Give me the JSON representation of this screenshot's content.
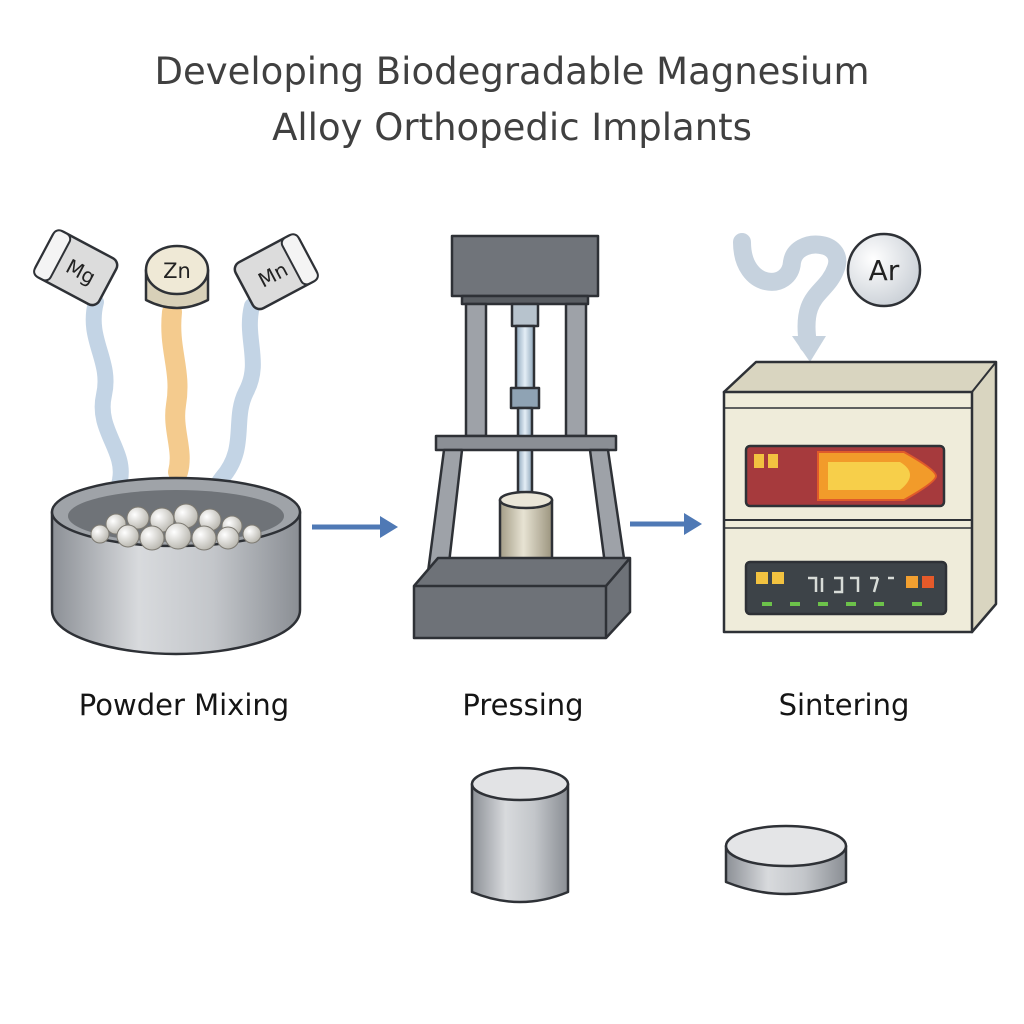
{
  "title": {
    "line1": "Developing Biodegradable Magnesium",
    "line2": "Alloy Orthopedic Implants"
  },
  "steps": [
    {
      "label": "Powder Mixing"
    },
    {
      "label": "Pressing"
    },
    {
      "label": "Sintering"
    }
  ],
  "containers": [
    {
      "label": "Mg",
      "color": "#d9d9d9"
    },
    {
      "label": "Zn",
      "color": "#e9e1cc"
    },
    {
      "label": "Mn",
      "color": "#d9d9d9"
    }
  ],
  "atmosphere": {
    "label": "Ar"
  },
  "icons": [
    "container-icon",
    "bowl-icon",
    "press-icon",
    "furnace-icon",
    "arrow-icon",
    "gas-arrow-icon",
    "cylinder-icon",
    "disc-icon"
  ],
  "colors": {
    "arrow": "#4f79b5",
    "zinc_stream": "#f2c27a",
    "powder_stream": "#b9cce0",
    "furnace_body": "#eeebd8",
    "furnace_panel_red": "#a63a3d",
    "furnace_panel_orange": "#f29b2a"
  }
}
